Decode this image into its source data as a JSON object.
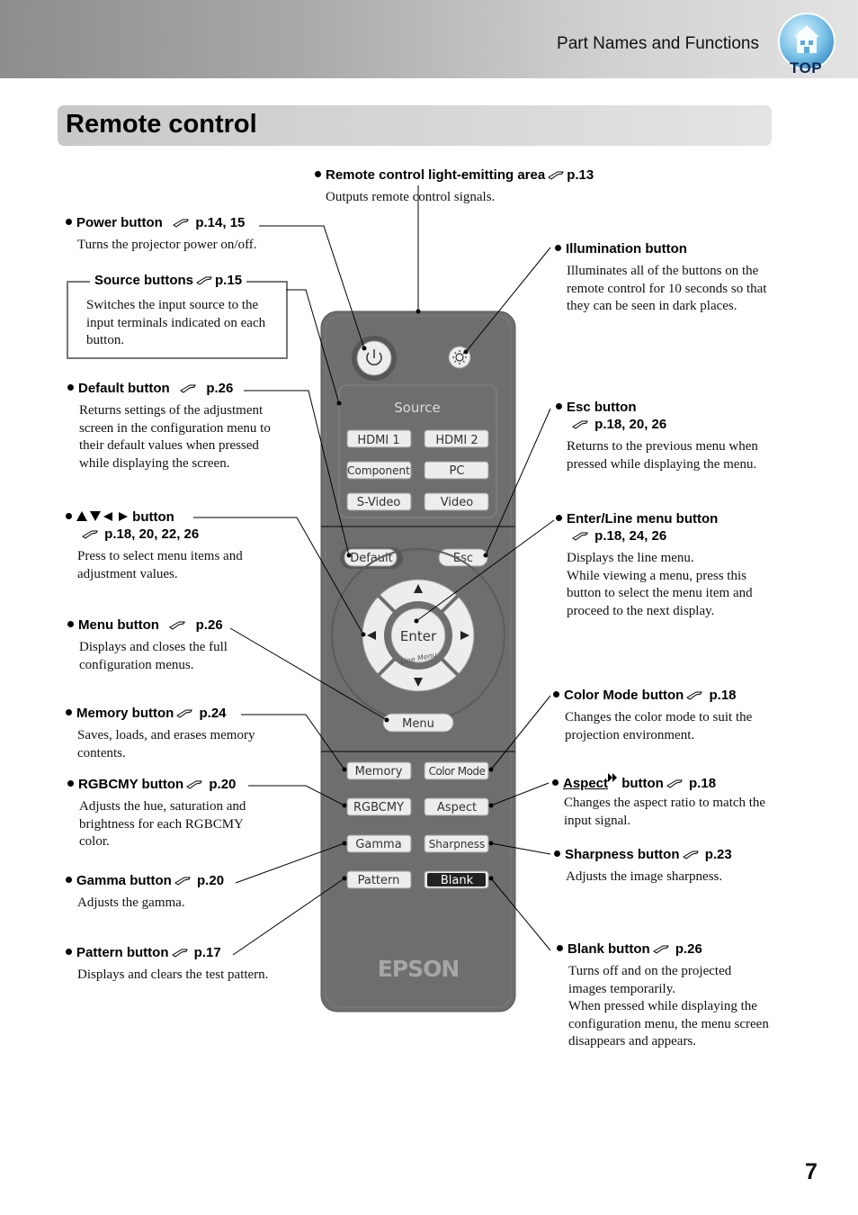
{
  "header": {
    "section_title": "Part Names and Functions",
    "top_label": "TOP"
  },
  "page": {
    "title": "Remote control",
    "number": "7"
  },
  "callouts": {
    "emitter": {
      "label": "Remote control light-emitting area",
      "ref": "p.13",
      "desc": "Outputs remote control signals."
    },
    "power": {
      "label": "Power button",
      "ref": "p.14, 15",
      "desc": "Turns the projector power on/off."
    },
    "source": {
      "label": "Source buttons",
      "ref": "p.15",
      "desc": "Switches the input source to the input terminals indicated on each button."
    },
    "default": {
      "label": "Default button",
      "ref": "p.26",
      "desc": "Returns settings of the adjustment screen in the configuration menu to their default values when pressed while displaying the screen."
    },
    "arrows": {
      "label": "button",
      "ref": "p.18, 20, 22, 26",
      "desc": "Press to select menu items and adjustment values."
    },
    "menu": {
      "label": "Menu button",
      "ref": "p.26",
      "desc": "Displays and closes the full configuration menus."
    },
    "memory": {
      "label": "Memory button",
      "ref": "p.24",
      "desc": "Saves, loads, and erases memory contents."
    },
    "rgbcmy": {
      "label": "RGBCMY button",
      "ref": "p.20",
      "desc": "Adjusts the hue, saturation and brightness for each RGBCMY color."
    },
    "gamma": {
      "label": "Gamma button",
      "ref": "p.20",
      "desc": "Adjusts the gamma."
    },
    "pattern": {
      "label": "Pattern button",
      "ref": "p.17",
      "desc": "Displays and clears the test pattern."
    },
    "illumination": {
      "label": "Illumination button",
      "desc": "Illuminates all of the buttons on the remote control for 10 seconds so that they can be seen in dark places."
    },
    "esc": {
      "label": "Esc button",
      "ref": "p.18, 20, 26",
      "desc": "Returns to the previous menu when pressed while displaying the menu."
    },
    "enter": {
      "label": "Enter/Line menu button",
      "ref": "p.18, 24, 26",
      "desc1": "Displays the line menu.",
      "desc2": "While viewing a menu, press this button to select the menu item and proceed to the next display."
    },
    "colormode": {
      "label": "Color Mode button",
      "ref": "p.18",
      "desc": "Changes the color mode to suit the projection environment."
    },
    "aspect": {
      "label": "Aspect",
      "label2": "button",
      "ref": "p.18",
      "desc": "Changes the aspect ratio to match the input signal."
    },
    "sharpness": {
      "label": "Sharpness button",
      "ref": "p.23",
      "desc": "Adjusts the image sharpness."
    },
    "blank": {
      "label": "Blank button",
      "ref": "p.26",
      "desc1": "Turns off and on the projected images temporarily.",
      "desc2": "When pressed while displaying the configuration menu, the menu screen disappears and appears."
    }
  },
  "remote": {
    "source_header": "Source",
    "source_buttons": [
      "HDMI 1",
      "HDMI 2",
      "Component",
      "PC",
      "S-Video",
      "Video"
    ],
    "default_btn": "Default",
    "esc_btn": "Esc",
    "enter_btn": "Enter",
    "line_menu": "Line Menu",
    "menu_btn": "Menu",
    "bottom_buttons": [
      "Memory",
      "Color Mode",
      "RGBCMY",
      "Aspect",
      "Gamma",
      "Sharpness",
      "Pattern",
      "Blank"
    ],
    "brand": "EPSON"
  },
  "colors": {
    "remote_body": "#6e6e6e",
    "button_face": "#eeeeee",
    "blank_button": "#222222",
    "title_bar": "#d4d4d4"
  }
}
